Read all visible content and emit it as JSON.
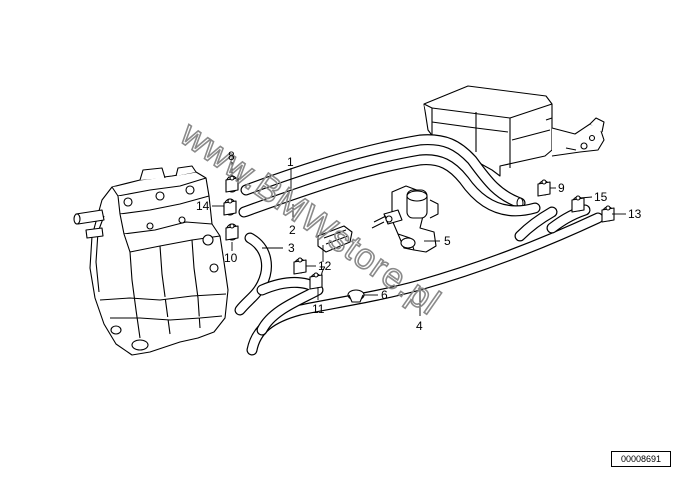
{
  "diagram": {
    "callouts": [
      "1",
      "2",
      "3",
      "4",
      "5",
      "6",
      "7",
      "8",
      "9",
      "10",
      "11",
      "12",
      "13",
      "14",
      "15"
    ],
    "watermark": "www.BMWstore.pl",
    "reference_number": "00008691"
  }
}
